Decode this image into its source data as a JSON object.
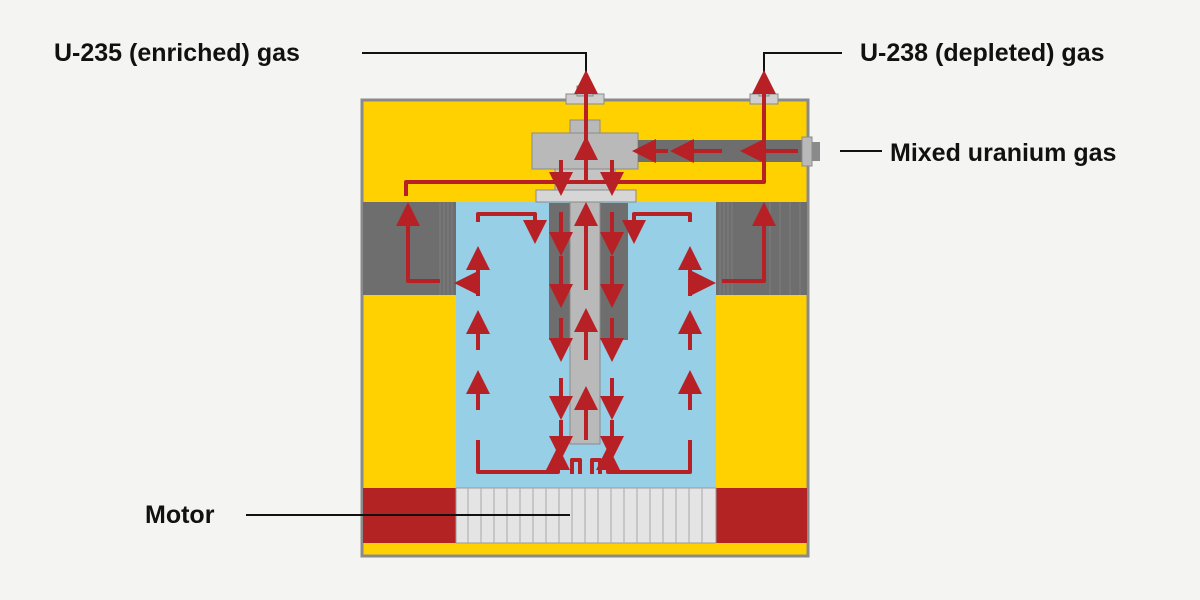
{
  "labels": {
    "enriched": "U-235 (enriched) gas",
    "depleted": "U-238 (depleted) gas",
    "feed": "Mixed uranium gas",
    "motor": "Motor"
  },
  "colors": {
    "background": "#f4f4f2",
    "casing": "#ffd100",
    "casing_border": "#8a8a8a",
    "rotor": "#96cfe6",
    "baffle": "#6e6e6e",
    "pipe": "#b9b9b9",
    "motor_stator": "#b42324",
    "motor_rotor": "#e4e4e4",
    "flow_arrow": "#b72025",
    "leader_line": "#111111"
  },
  "icons": [
    "flow-arrow-icon",
    "rotor-icon",
    "motor-icon"
  ]
}
